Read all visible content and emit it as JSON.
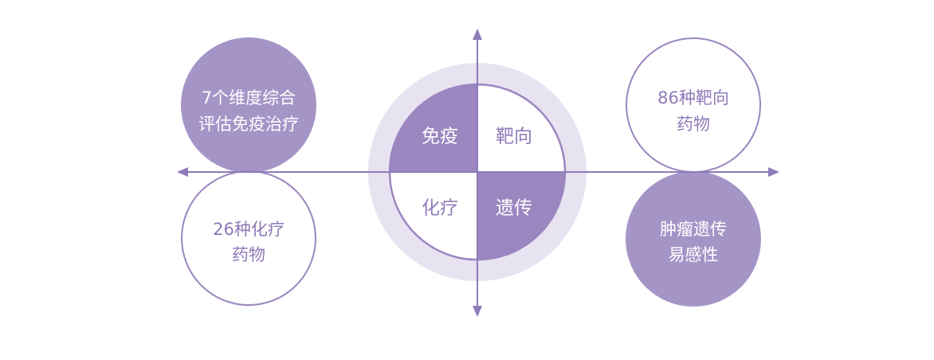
{
  "colors": {
    "axis": "#8e7bb8",
    "fill_dark": "#9b86c0",
    "fill_circle": "#a595c7",
    "ring": "#e8e3f1",
    "outline": "#9b86c0",
    "text_white": "#ffffff",
    "text_purple": "#8e7bb8"
  },
  "center": {
    "quadrants": {
      "top_left": "免疫",
      "top_right": "靶向",
      "bottom_left": "化疗",
      "bottom_right": "遗传"
    }
  },
  "circles": {
    "top_left": {
      "line1": "7个维度综合",
      "line2": "评估免疫治疗"
    },
    "bottom_left": {
      "line1": "26种化疗",
      "line2": "药物"
    },
    "top_right": {
      "line1": "86种靶向",
      "line2": "药物"
    },
    "bottom_right": {
      "line1": "肿瘤遗传",
      "line2": "易感性"
    }
  }
}
